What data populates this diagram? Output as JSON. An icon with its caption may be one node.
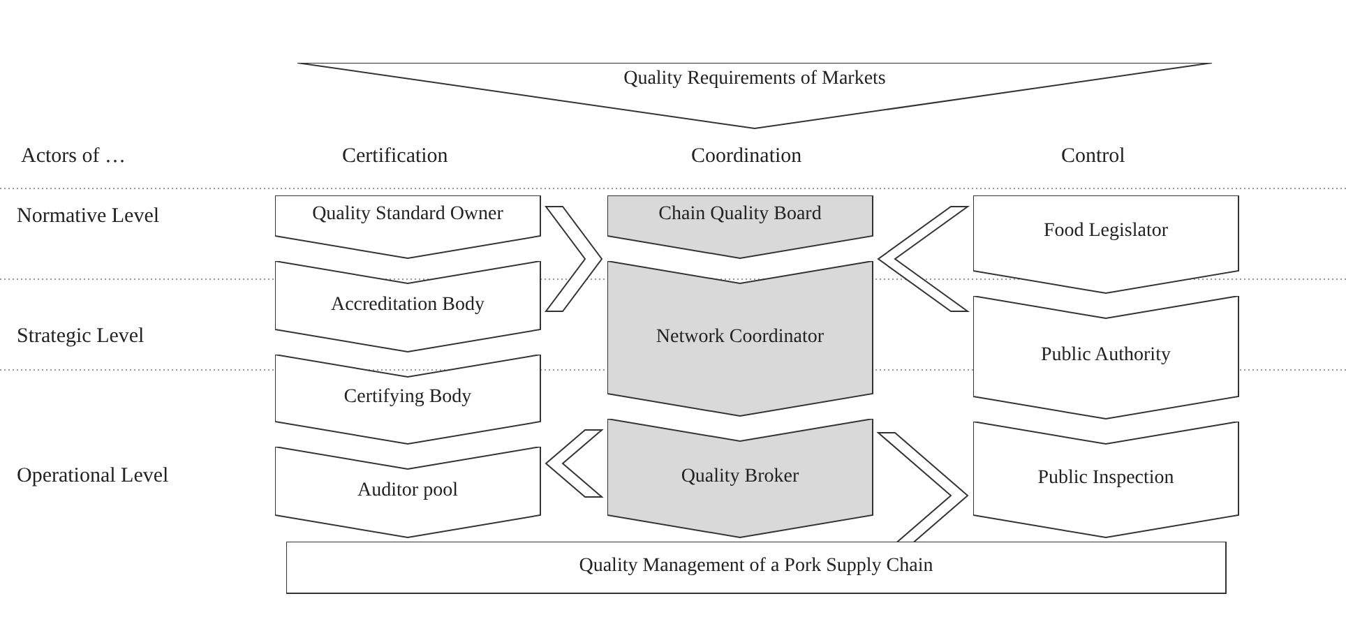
{
  "diagram": {
    "nodes": [
      {
        "text": [
          "Quality Requirements of Markets"
        ]
      },
      {
        "text": [
          "Quality Standard Owner"
        ]
      },
      {
        "text": [
          "Accreditation Body"
        ]
      },
      {
        "text": [
          "Certifying Body"
        ]
      },
      {
        "text": [
          "Auditor pool"
        ]
      },
      {
        "text": [
          "Chain Quality Board"
        ]
      },
      {
        "text": [
          "Network Coordinator"
        ]
      },
      {
        "text": [
          "Quality Broker"
        ]
      },
      {
        "text": [
          "Food Legislator"
        ]
      },
      {
        "text": [
          "Public Authority"
        ]
      },
      {
        "text": [
          "Public Inspection"
        ]
      },
      {
        "text": [
          "Quality Management of a Pork Supply Chain"
        ]
      }
    ],
    "edges": [
      {
        "from": 1,
        "to": 5,
        "arrow": "to"
      },
      {
        "from": 8,
        "to": 5,
        "arrow": "to"
      },
      {
        "from": 7,
        "to": 3,
        "arrow": "to"
      },
      {
        "from": 7,
        "to": 10,
        "arrow": "to"
      }
    ],
    "labels": [
      "Actors of …",
      "Certification",
      "Coordination",
      "Control",
      "Normative Level",
      "Strategic Level",
      "Operational Level"
    ]
  }
}
